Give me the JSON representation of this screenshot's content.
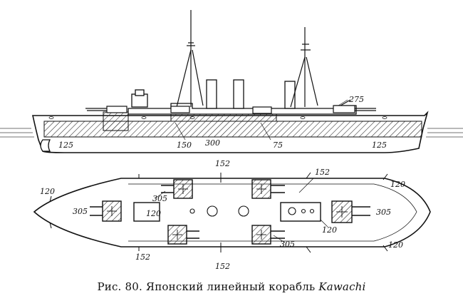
{
  "profile_labels": {
    "armor_bow": "125",
    "armor_fwd": "150",
    "armor_main": "300",
    "armor_aft_mid": "75",
    "armor_stern": "125",
    "turret_aft": "275"
  },
  "plan_labels": {
    "top_mid": "152",
    "top_right": "152",
    "bow_left": "120",
    "stern_right_top": "120",
    "bow_turret": "305",
    "fwd_wing_turret": "305",
    "fwd_box": "120",
    "aft_box": "120",
    "stern_turret": "305",
    "aft_wing_turret": "305",
    "bottom_left": "152",
    "bottom_mid": "152",
    "stern_right_bottom": "120"
  },
  "caption": {
    "prefix": "Рис. 80.",
    "text": "Японский линейный корабль",
    "ship": "Kawachi"
  }
}
